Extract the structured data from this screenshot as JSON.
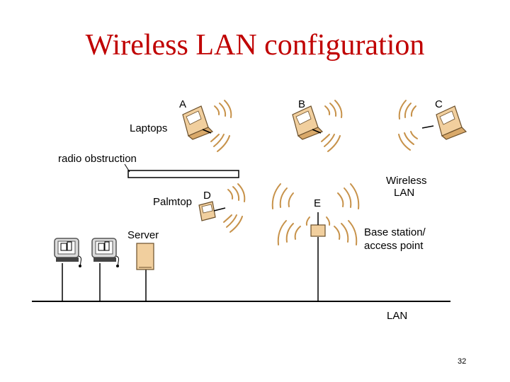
{
  "title": "Wireless LAN configuration",
  "labels": {
    "a": "A",
    "b": "B",
    "c": "C",
    "d": "D",
    "e": "E",
    "laptops": "Laptops",
    "radio_obstruction": "radio obstruction",
    "wireless_lan_line1": "Wireless",
    "wireless_lan_line2": "LAN",
    "palmtop": "Palmtop",
    "server": "Server",
    "base_station_line1": "Base station/",
    "base_station_line2": "access point",
    "lan": "LAN"
  },
  "page_number": "32",
  "colors": {
    "title": "#c00000",
    "signal_waves": "#c7924a",
    "device_fill": "#f1cf9e"
  }
}
